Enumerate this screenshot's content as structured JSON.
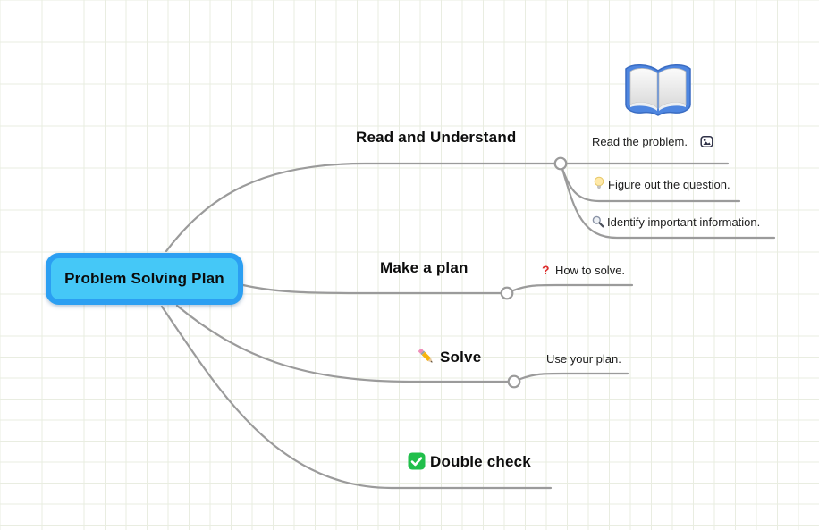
{
  "root": {
    "label": "Problem Solving Plan",
    "fill_color": "#45c8f7",
    "border_color": "#2b9ff2"
  },
  "branches": [
    {
      "label": "Read and Understand",
      "topic_image": "open-book-emoji",
      "children": [
        {
          "label": "Read the problem.",
          "trailing_icon": "image-attachment-icon"
        },
        {
          "label": "Figure out the question.",
          "leading_icon": "light-bulb-emoji"
        },
        {
          "label": "Identify important information.",
          "leading_icon": "magnifying-glass-emoji"
        }
      ]
    },
    {
      "label": "Make a plan",
      "children": [
        {
          "label": "How to solve.",
          "leading_icon": "red-question-mark-emoji",
          "leading_glyph": "?"
        }
      ]
    },
    {
      "label": "Solve",
      "leading_icon": "pencil-emoji",
      "children": [
        {
          "label": "Use your plan."
        }
      ]
    },
    {
      "label": "Double check",
      "leading_icon": "check-mark-button-emoji",
      "children": []
    }
  ],
  "colors": {
    "connector_line": "#9b9b9b",
    "grid_line": "#e9ede1",
    "question_mark_red": "#dd2e2e",
    "check_green": "#21bf4b",
    "book_blue": "#4e86e0"
  }
}
